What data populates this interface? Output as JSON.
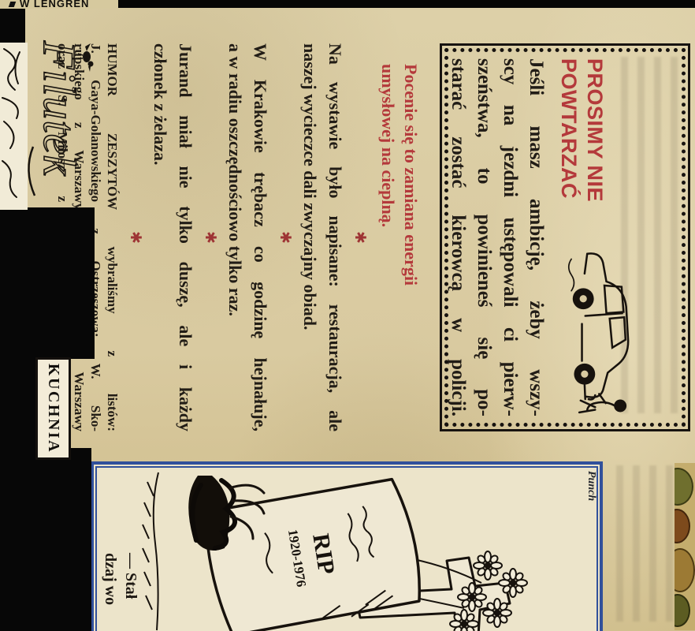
{
  "page": {
    "edge_signature": "W LENGREN",
    "filutek_logo": "Filutek",
    "kuchnia_label": "KUCHNIA"
  },
  "joke_box": {
    "heading_lines": [
      "PROSIMY NIE",
      "POWTARZAĆ"
    ],
    "body_lines": [
      "Jeśli masz ambicję, żeby wszy-",
      "scy na jezdni ustępowali ci pierw-",
      "szeństwa, to powinieneś się po-",
      "starać zostać kierowcą w policji."
    ]
  },
  "humor_column": {
    "red_heading_lines": [
      "Pocenie się to zamiana energii",
      "umysłowej na cieplną."
    ],
    "separator": "✱",
    "jokes": [
      {
        "lines": [
          "Na wystawie było napisane: restauracja, ale",
          "naszej wycieczce dali zwyczajny obiad."
        ]
      },
      {
        "lines": [
          "W Krakowie trębacz co godzinę hejnałuje,",
          "a w radiu oszczędnościowo tylko raz."
        ]
      },
      {
        "lines": [
          "Jurand miał nie tylko duszę, ale i każdy",
          "członek z żelaza."
        ]
      }
    ],
    "credits_lines": [
      "HUMOR ZESZYTÓW wybraliśmy z listów:",
      "J. Gaya-Golanowskiego z Ostrzeszowa; W. Sko-",
      "rupskiego z Warszawy; H. Z-skiego z Warszawy",
      "oraz S. Miłosz z Łodzi. Dziękujemy."
    ]
  },
  "punch_cartoon": {
    "credit": "Punch",
    "stone_rip": "RIP",
    "stone_dates": "1920-1976",
    "caption_lines": [
      "— Stał",
      "dzaj wo"
    ]
  },
  "colors": {
    "page_background": "#d7c99d",
    "accent_red": "#b4393b",
    "frame_blue": "#31509b",
    "ink_black": "#1c1712"
  }
}
